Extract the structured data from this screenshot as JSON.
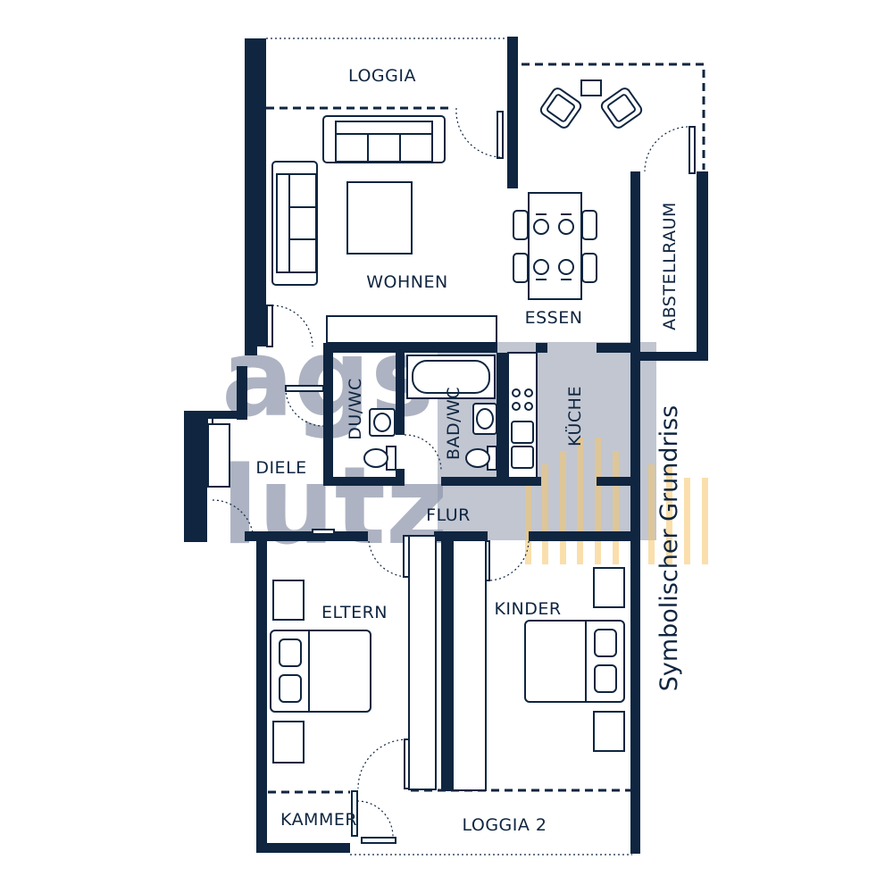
{
  "rooms": {
    "loggia": "LOGGIA",
    "wohnen": "WOHNEN",
    "essen": "ESSEN",
    "abstellraum": "ABSTELLRAUM",
    "du_wc": "DU/WC",
    "bad_wc": "BAD/WC",
    "kueche": "KÜCHE",
    "diele": "DIELE",
    "flur": "FLUR",
    "eltern": "ELTERN",
    "kinder": "KINDER",
    "kammer": "KAMMER",
    "loggia_2": "LOGGIA 2"
  },
  "side_caption": "Symbolischer Grundriss",
  "watermark": {
    "line1": "ags",
    "line2": "lutz"
  },
  "colors": {
    "wall": "#0f2540",
    "watermark_grey": "#8e97ab",
    "watermark_gold": "#f6c66a"
  }
}
